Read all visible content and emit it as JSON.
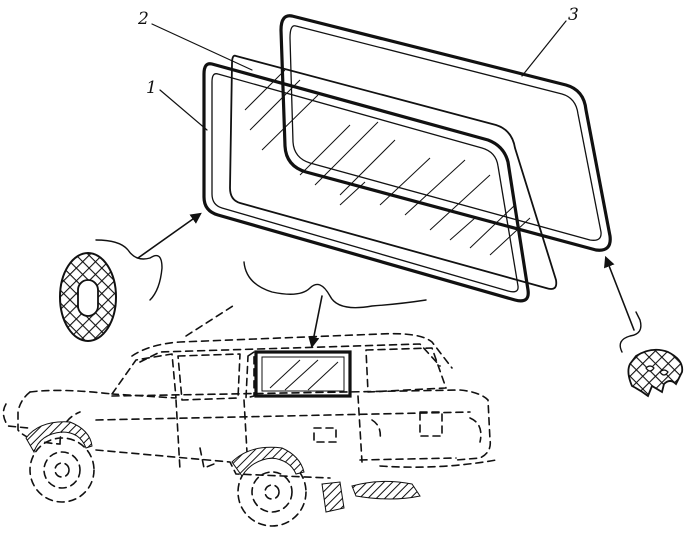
{
  "callouts": {
    "part_1": "1",
    "part_2": "2",
    "part_3": "3"
  },
  "colors": {
    "ink": "#111111",
    "background": "#ffffff"
  }
}
